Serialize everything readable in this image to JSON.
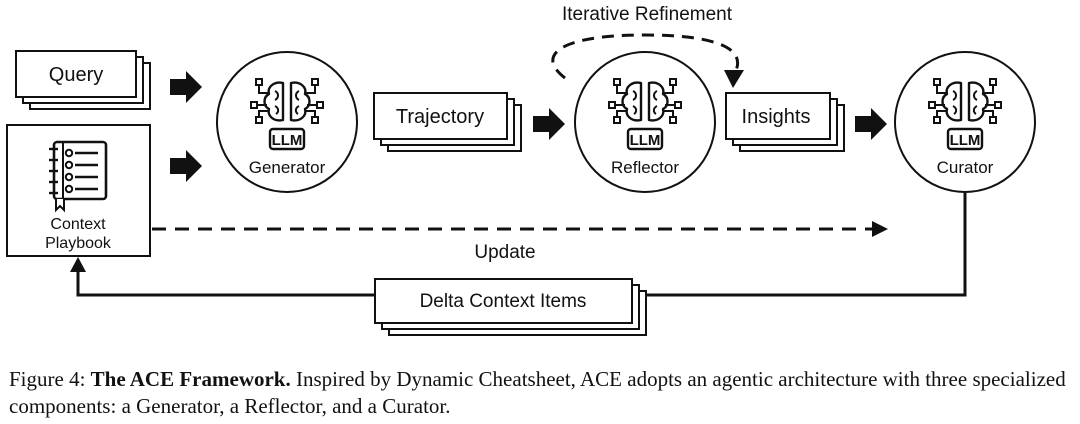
{
  "diagram": {
    "inputs": {
      "query": "Query",
      "context_playbook": [
        "Context",
        "Playbook"
      ]
    },
    "nodes": {
      "llm_badge": "LLM",
      "generator": "Generator",
      "reflector": "Reflector",
      "curator": "Curator"
    },
    "stacks": {
      "trajectory": "Trajectory",
      "insights": "Insights",
      "delta": "Delta Context Items"
    },
    "labels": {
      "iterative_refinement": "Iterative Refinement",
      "update": "Update"
    },
    "icons": [
      "brain-icon",
      "notebook-icon",
      "arrow-right-icon"
    ]
  },
  "caption": {
    "figure_label": "Figure 4:",
    "title": "The ACE Framework.",
    "text": "Inspired by Dynamic Cheatsheet, ACE adopts an agentic architecture with three specialized components: a Generator, a Reflector, and a Curator."
  }
}
